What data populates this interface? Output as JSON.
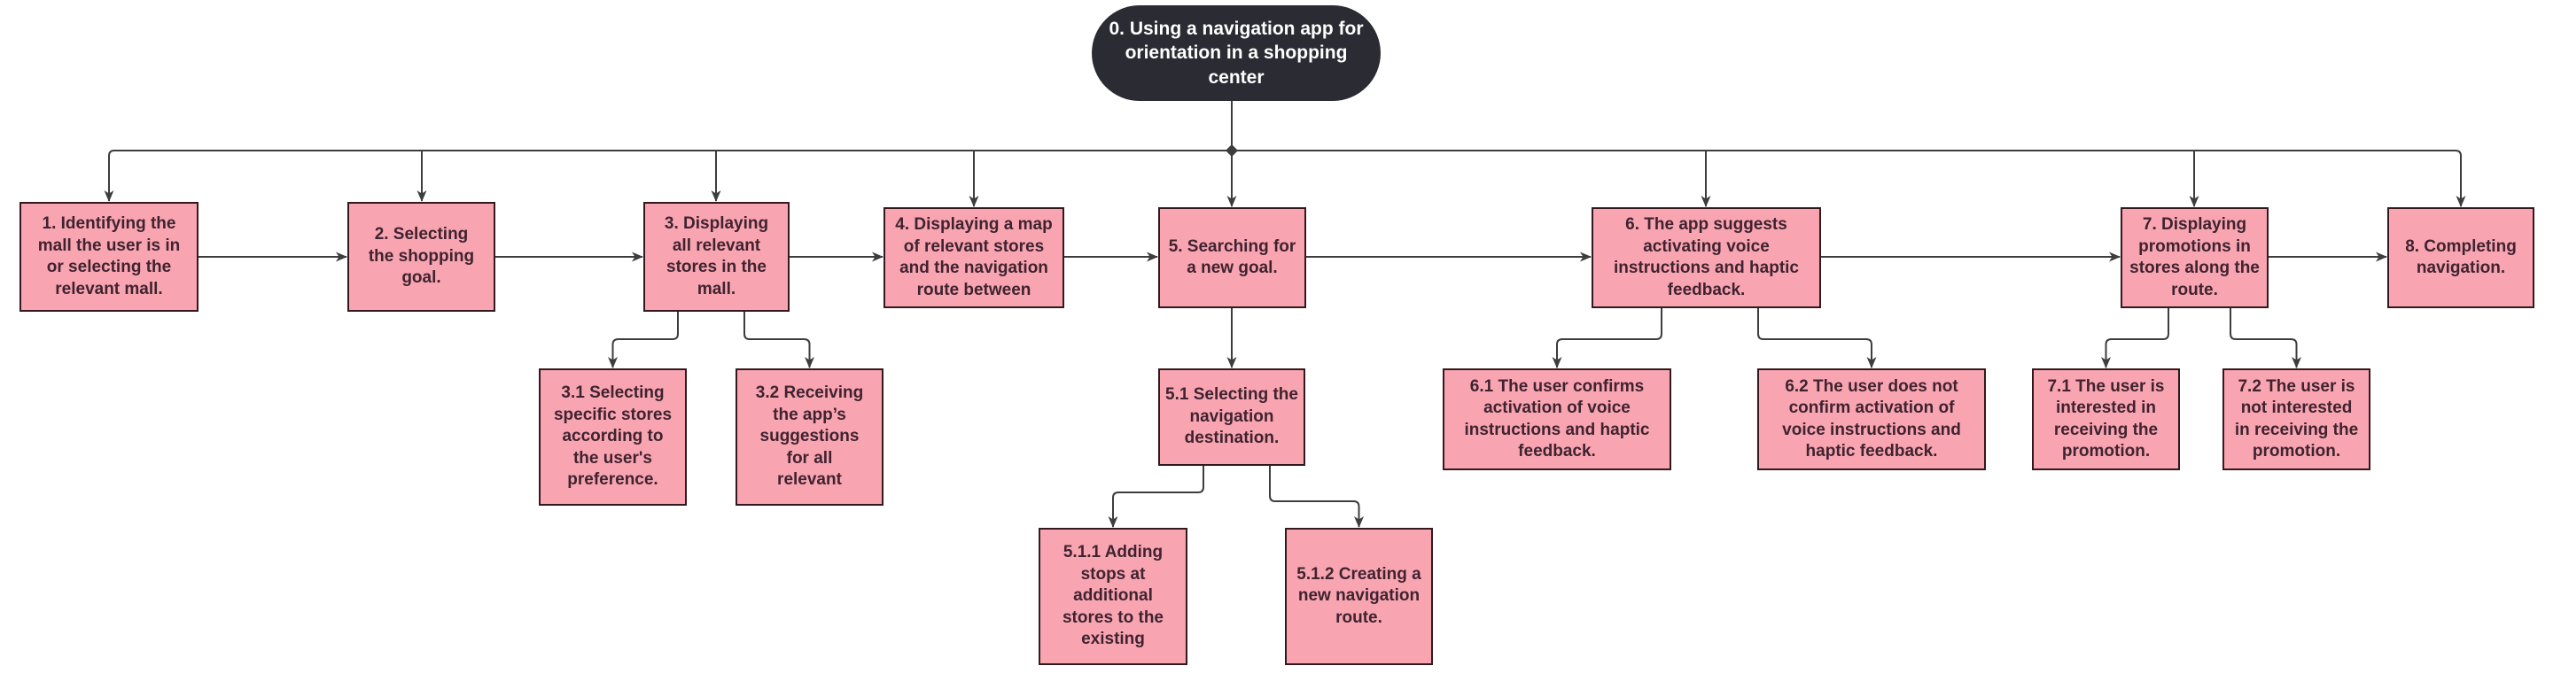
{
  "colors": {
    "canvas_bg": "#ffffff",
    "node_fill": "#f9a5b1",
    "node_border": "#33191d",
    "node_text": "#3f2330",
    "root_fill": "#2a2b33",
    "root_text": "#ffffff",
    "connector": "#3d3d3d"
  },
  "nodes": {
    "root": {
      "id": "0",
      "label": "0. Using a navigation app for\norientation in a shopping\ncenter"
    },
    "t1": {
      "id": "1",
      "label": "1. Identifying the\nmall the user is in\nor selecting the\nrelevant mall."
    },
    "t2": {
      "id": "2",
      "label": "2. Selecting\nthe shopping\ngoal."
    },
    "t3": {
      "id": "3",
      "label": "3. Displaying\nall relevant\nstores in the\nmall."
    },
    "t4": {
      "id": "4",
      "label": "4. Displaying a map\nof relevant stores\nand the navigation\nroute between"
    },
    "t5": {
      "id": "5",
      "label": "5. Searching for\na new goal."
    },
    "t6": {
      "id": "6",
      "label": "6. The app suggests\nactivating voice\ninstructions and haptic\nfeedback."
    },
    "t7": {
      "id": "7",
      "label": "7. Displaying\npromotions in\nstores along the\nroute."
    },
    "t8": {
      "id": "8",
      "label": "8. Completing\nnavigation."
    },
    "t3_1": {
      "id": "3.1",
      "label": "3.1 Selecting\nspecific stores\naccording to\nthe user's\npreference."
    },
    "t3_2": {
      "id": "3.2",
      "label": "3.2 Receiving\nthe app’s\nsuggestions\nfor all\nrelevant"
    },
    "t5_1": {
      "id": "5.1",
      "label": "5.1 Selecting the\nnavigation\ndestination."
    },
    "t6_1": {
      "id": "6.1",
      "label": "6.1 The user confirms\nactivation of voice\ninstructions and haptic\nfeedback."
    },
    "t6_2": {
      "id": "6.2",
      "label": "6.2 The user does not\nconfirm activation of\nvoice instructions and\nhaptic feedback."
    },
    "t7_1": {
      "id": "7.1",
      "label": "7.1 The user is\ninterested in\nreceiving the\npromotion."
    },
    "t7_2": {
      "id": "7.2",
      "label": "7.2 The user is\nnot interested\nin receiving the\npromotion."
    },
    "t5_1_1": {
      "id": "5.1.1",
      "label": "5.1.1 Adding\nstops at\nadditional\nstores to the\nexisting"
    },
    "t5_1_2": {
      "id": "5.1.2",
      "label": "5.1.2 Creating a\nnew navigation\nroute."
    }
  },
  "edges": [
    {
      "from": "0",
      "to": "1"
    },
    {
      "from": "0",
      "to": "2"
    },
    {
      "from": "0",
      "to": "3"
    },
    {
      "from": "0",
      "to": "4"
    },
    {
      "from": "0",
      "to": "5"
    },
    {
      "from": "0",
      "to": "6"
    },
    {
      "from": "0",
      "to": "7"
    },
    {
      "from": "0",
      "to": "8"
    },
    {
      "from": "1",
      "to": "2"
    },
    {
      "from": "2",
      "to": "3"
    },
    {
      "from": "3",
      "to": "4"
    },
    {
      "from": "4",
      "to": "5"
    },
    {
      "from": "5",
      "to": "6"
    },
    {
      "from": "6",
      "to": "7"
    },
    {
      "from": "7",
      "to": "8"
    },
    {
      "from": "3",
      "to": "3.1"
    },
    {
      "from": "3",
      "to": "3.2"
    },
    {
      "from": "5",
      "to": "5.1"
    },
    {
      "from": "5.1",
      "to": "5.1.1"
    },
    {
      "from": "5.1",
      "to": "5.1.2"
    },
    {
      "from": "6",
      "to": "6.1"
    },
    {
      "from": "6",
      "to": "6.2"
    },
    {
      "from": "7",
      "to": "7.1"
    },
    {
      "from": "7",
      "to": "7.2"
    }
  ]
}
